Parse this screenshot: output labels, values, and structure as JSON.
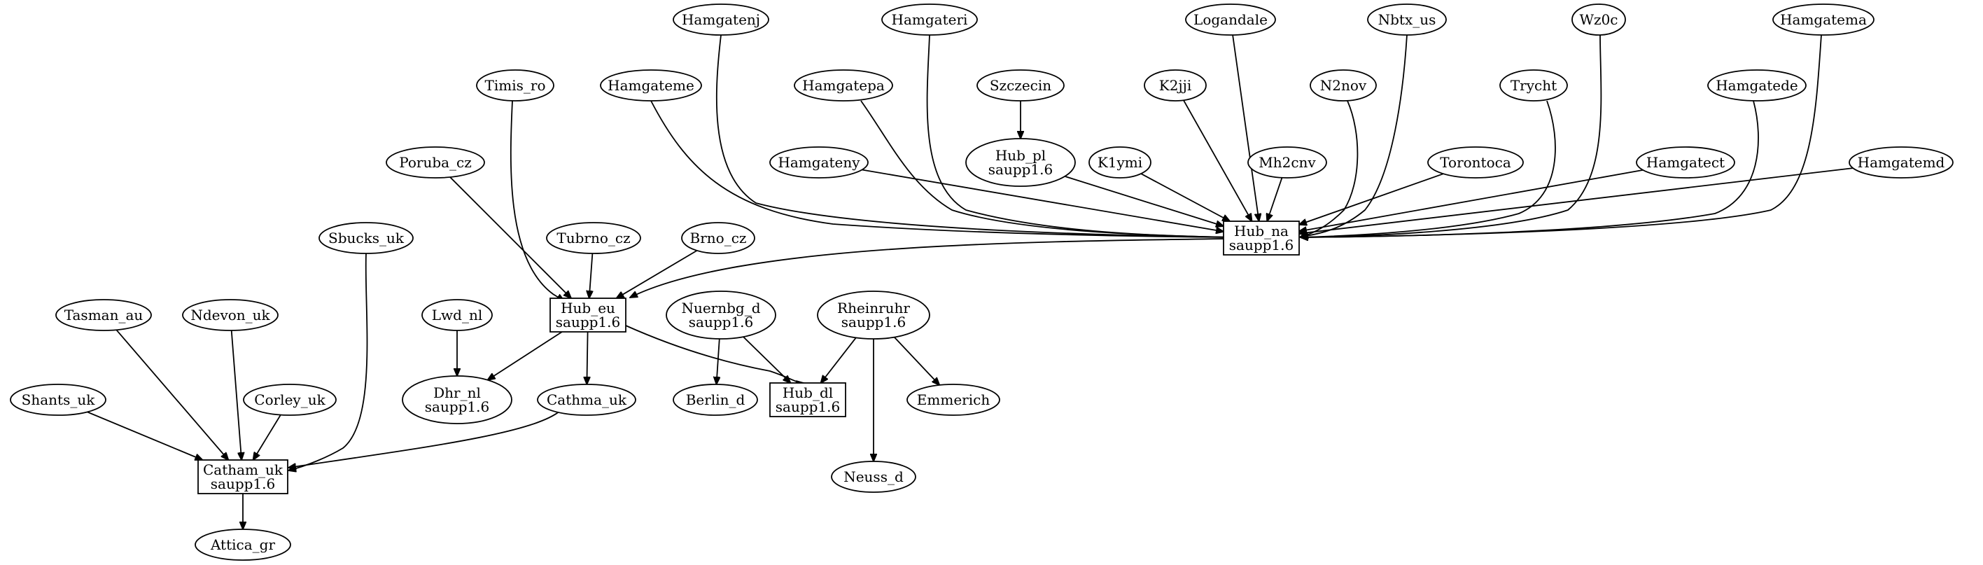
{
  "nodes": [
    {
      "id": "hamgatenj",
      "lines": [
        "Hamgatenj"
      ],
      "shape": "ellipse"
    },
    {
      "id": "hamgateri",
      "lines": [
        "Hamgateri"
      ],
      "shape": "ellipse"
    },
    {
      "id": "logandale",
      "lines": [
        "Logandale"
      ],
      "shape": "ellipse"
    },
    {
      "id": "nbtx_us",
      "lines": [
        "Nbtx_us"
      ],
      "shape": "ellipse"
    },
    {
      "id": "wz0c",
      "lines": [
        "Wz0c"
      ],
      "shape": "ellipse"
    },
    {
      "id": "hamgatema",
      "lines": [
        "Hamgatema"
      ],
      "shape": "ellipse"
    },
    {
      "id": "timis_ro",
      "lines": [
        "Timis_ro"
      ],
      "shape": "ellipse"
    },
    {
      "id": "hamgateme",
      "lines": [
        "Hamgateme"
      ],
      "shape": "ellipse"
    },
    {
      "id": "hamgatepa",
      "lines": [
        "Hamgatepa"
      ],
      "shape": "ellipse"
    },
    {
      "id": "szczecin",
      "lines": [
        "Szczecin"
      ],
      "shape": "ellipse"
    },
    {
      "id": "k2jji",
      "lines": [
        "K2jji"
      ],
      "shape": "ellipse"
    },
    {
      "id": "n2nov",
      "lines": [
        "N2nov"
      ],
      "shape": "ellipse"
    },
    {
      "id": "trycht",
      "lines": [
        "Trycht"
      ],
      "shape": "ellipse"
    },
    {
      "id": "hamgatede",
      "lines": [
        "Hamgatede"
      ],
      "shape": "ellipse"
    },
    {
      "id": "poruba_cz",
      "lines": [
        "Poruba_cz"
      ],
      "shape": "ellipse"
    },
    {
      "id": "hamgateny",
      "lines": [
        "Hamgateny"
      ],
      "shape": "ellipse"
    },
    {
      "id": "hub_pl",
      "lines": [
        "Hub_pl",
        "saupp1.6"
      ],
      "shape": "ellipse"
    },
    {
      "id": "k1ymi",
      "lines": [
        "K1ymi"
      ],
      "shape": "ellipse"
    },
    {
      "id": "mh2cnv",
      "lines": [
        "Mh2cnv"
      ],
      "shape": "ellipse"
    },
    {
      "id": "torontoca",
      "lines": [
        "Torontoca"
      ],
      "shape": "ellipse"
    },
    {
      "id": "hamgatect",
      "lines": [
        "Hamgatect"
      ],
      "shape": "ellipse"
    },
    {
      "id": "hamgatemd",
      "lines": [
        "Hamgatemd"
      ],
      "shape": "ellipse"
    },
    {
      "id": "hub_na",
      "lines": [
        "Hub_na",
        "saupp1.6"
      ],
      "shape": "box"
    },
    {
      "id": "sbucks_uk",
      "lines": [
        "Sbucks_uk"
      ],
      "shape": "ellipse"
    },
    {
      "id": "tubrno_cz",
      "lines": [
        "Tubrno_cz"
      ],
      "shape": "ellipse"
    },
    {
      "id": "brno_cz",
      "lines": [
        "Brno_cz"
      ],
      "shape": "ellipse"
    },
    {
      "id": "tasman_au",
      "lines": [
        "Tasman_au"
      ],
      "shape": "ellipse"
    },
    {
      "id": "ndevon_uk",
      "lines": [
        "Ndevon_uk"
      ],
      "shape": "ellipse"
    },
    {
      "id": "lwd_nl",
      "lines": [
        "Lwd_nl"
      ],
      "shape": "ellipse"
    },
    {
      "id": "hub_eu",
      "lines": [
        "Hub_eu",
        "saupp1.6"
      ],
      "shape": "box"
    },
    {
      "id": "nuernbg_d",
      "lines": [
        "Nuernbg_d",
        "saupp1.6"
      ],
      "shape": "ellipse"
    },
    {
      "id": "rheinruhr",
      "lines": [
        "Rheinruhr",
        "saupp1.6"
      ],
      "shape": "ellipse"
    },
    {
      "id": "shants_uk",
      "lines": [
        "Shants_uk"
      ],
      "shape": "ellipse"
    },
    {
      "id": "corley_uk",
      "lines": [
        "Corley_uk"
      ],
      "shape": "ellipse"
    },
    {
      "id": "dhr_nl",
      "lines": [
        "Dhr_nl",
        "saupp1.6"
      ],
      "shape": "ellipse"
    },
    {
      "id": "cathma_uk",
      "lines": [
        "Cathma_uk"
      ],
      "shape": "ellipse"
    },
    {
      "id": "berlin_d",
      "lines": [
        "Berlin_d"
      ],
      "shape": "ellipse"
    },
    {
      "id": "hub_dl",
      "lines": [
        "Hub_dl",
        "saupp1.6"
      ],
      "shape": "box"
    },
    {
      "id": "emmerich",
      "lines": [
        "Emmerich"
      ],
      "shape": "ellipse"
    },
    {
      "id": "catham_uk",
      "lines": [
        "Catham_uk",
        "saupp1.6"
      ],
      "shape": "box"
    },
    {
      "id": "neuss_d",
      "lines": [
        "Neuss_d"
      ],
      "shape": "ellipse"
    },
    {
      "id": "attica_gr",
      "lines": [
        "Attica_gr"
      ],
      "shape": "ellipse"
    }
  ],
  "edges": [
    [
      "hamgatenj",
      "hub_na"
    ],
    [
      "hamgateri",
      "hub_na"
    ],
    [
      "logandale",
      "hub_na"
    ],
    [
      "nbtx_us",
      "hub_na"
    ],
    [
      "wz0c",
      "hub_na"
    ],
    [
      "hamgatema",
      "hub_na"
    ],
    [
      "hamgateme",
      "hub_na"
    ],
    [
      "hamgatepa",
      "hub_na"
    ],
    [
      "szczecin",
      "hub_pl"
    ],
    [
      "k2jji",
      "hub_na"
    ],
    [
      "n2nov",
      "hub_na"
    ],
    [
      "trycht",
      "hub_na"
    ],
    [
      "hamgatede",
      "hub_na"
    ],
    [
      "hamgateny",
      "hub_na"
    ],
    [
      "hub_pl",
      "hub_na"
    ],
    [
      "k1ymi",
      "hub_na"
    ],
    [
      "mh2cnv",
      "hub_na"
    ],
    [
      "torontoca",
      "hub_na"
    ],
    [
      "hamgatect",
      "hub_na"
    ],
    [
      "hamgatemd",
      "hub_na"
    ],
    [
      "hub_na",
      "hub_eu"
    ],
    [
      "timis_ro",
      "hub_eu"
    ],
    [
      "poruba_cz",
      "hub_eu"
    ],
    [
      "tubrno_cz",
      "hub_eu"
    ],
    [
      "brno_cz",
      "hub_eu"
    ],
    [
      "lwd_nl",
      "dhr_nl"
    ],
    [
      "hub_eu",
      "dhr_nl"
    ],
    [
      "hub_eu",
      "cathma_uk"
    ],
    [
      "hub_eu",
      "hub_dl"
    ],
    [
      "nuernbg_d",
      "berlin_d"
    ],
    [
      "nuernbg_d",
      "hub_dl"
    ],
    [
      "rheinruhr",
      "hub_dl"
    ],
    [
      "rheinruhr",
      "emmerich"
    ],
    [
      "rheinruhr",
      "neuss_d"
    ],
    [
      "tasman_au",
      "catham_uk"
    ],
    [
      "ndevon_uk",
      "catham_uk"
    ],
    [
      "sbucks_uk",
      "catham_uk"
    ],
    [
      "shants_uk",
      "catham_uk"
    ],
    [
      "corley_uk",
      "catham_uk"
    ],
    [
      "cathma_uk",
      "catham_uk"
    ],
    [
      "catham_uk",
      "attica_gr"
    ]
  ]
}
